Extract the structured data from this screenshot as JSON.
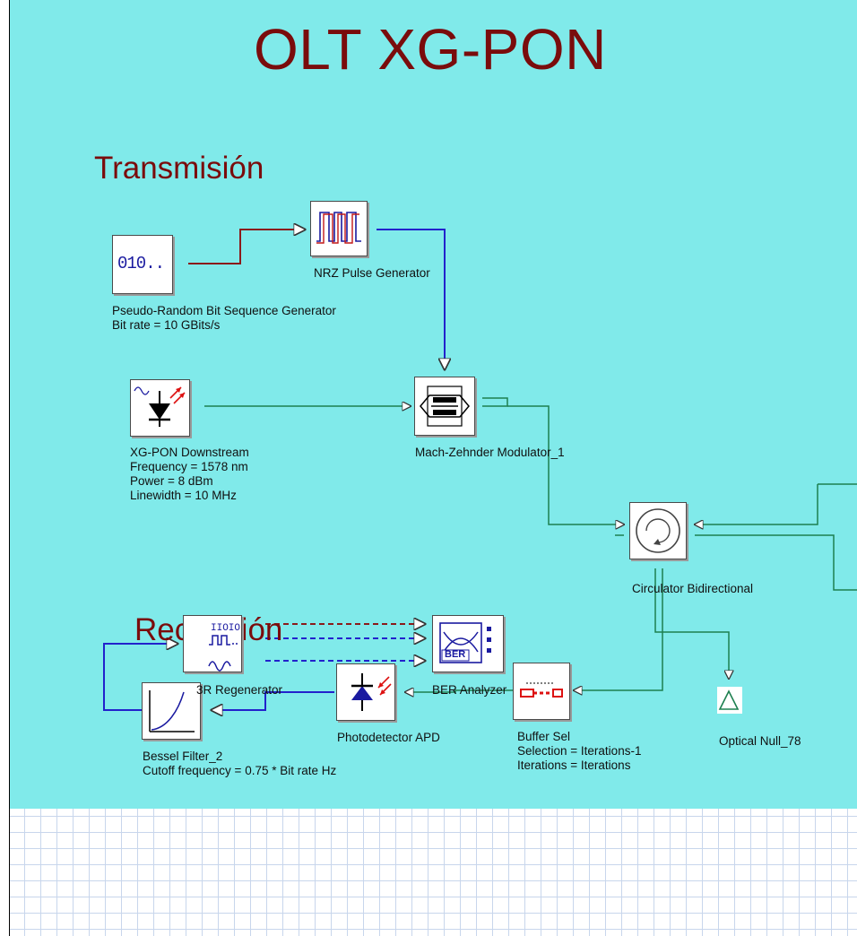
{
  "title": "OLT XG-PON",
  "sections": {
    "tx": "Transmisión",
    "rx": "Recepción"
  },
  "components": {
    "prbs": {
      "name": "Pseudo-Random Bit Sequence Generator",
      "p1": "Bit rate = 10  GBits/s",
      "icon_text": "010.."
    },
    "nrz": {
      "name": "NRZ Pulse Generator"
    },
    "laser": {
      "name": "XG-PON Downstream",
      "p1": "Frequency = 1578  nm",
      "p2": "Power = 8  dBm",
      "p3": "Linewidth = 10  MHz"
    },
    "mzm": {
      "name": "Mach-Zehnder Modulator_1"
    },
    "circ": {
      "name": "Circulator Bidirectional"
    },
    "null": {
      "name": "Optical Null_78"
    },
    "buffer": {
      "name": "Buffer Sel",
      "p1": "Selection = Iterations-1",
      "p2": "Iterations = Iterations"
    },
    "apd": {
      "name": "Photodetector APD"
    },
    "bessel": {
      "name": "Bessel Filter_2",
      "p1": "Cutoff frequency = 0.75 * Bit rate  Hz"
    },
    "regen": {
      "name": "3R Regenerator"
    },
    "ber": {
      "name": "BER Analyzer",
      "icon_text": "BER"
    }
  },
  "colors": {
    "layout_bg": "#80eaea",
    "title": "#7a0c0c",
    "electrical_wire": "#2222cc",
    "optical_wire": "#1e8050",
    "binary_wire": "#8b1a1a"
  }
}
